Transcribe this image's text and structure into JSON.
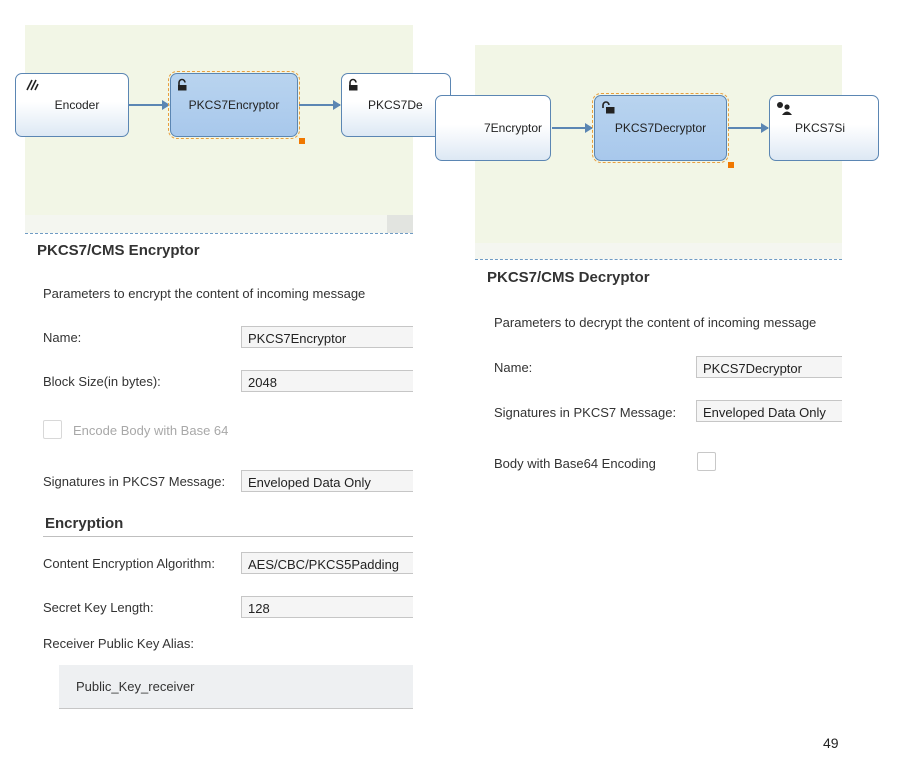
{
  "left": {
    "nodes": {
      "encoder": "Encoder",
      "encryptor": "PKCS7Encryptor",
      "next": "PKCS7De"
    },
    "title": "PKCS7/CMS Encryptor",
    "description": "Parameters to encrypt the content of incoming message",
    "fields": {
      "name_label": "Name:",
      "name_value": "PKCS7Encryptor",
      "block_label": "Block Size(in bytes):",
      "block_value": "2048",
      "encode_label": "Encode Body with Base 64",
      "sig_label": "Signatures in PKCS7 Message:",
      "sig_value": "Enveloped Data Only"
    },
    "encryption": {
      "heading": "Encryption",
      "algo_label": "Content Encryption Algorithm:",
      "algo_value": "AES/CBC/PKCS5Padding",
      "keylen_label": "Secret Key Length:",
      "keylen_value": "128",
      "alias_label": "Receiver Public Key Alias:",
      "alias_value": "Public_Key_receiver"
    }
  },
  "right": {
    "nodes": {
      "prev": "7Encryptor",
      "decryptor": "PKCS7Decryptor",
      "next": "PKCS7Si"
    },
    "title": "PKCS7/CMS Decryptor",
    "description": "Parameters to decrypt the content of incoming message",
    "fields": {
      "name_label": "Name:",
      "name_value": "PKCS7Decryptor",
      "sig_label": "Signatures in PKCS7 Message:",
      "sig_value": "Enveloped Data Only",
      "base64_label": "Body with Base64 Encoding"
    }
  },
  "page_number": "49",
  "icons": {
    "encoder": "encoder-icon",
    "lock_open": "open-lock-icon",
    "signer": "signer-icon"
  }
}
